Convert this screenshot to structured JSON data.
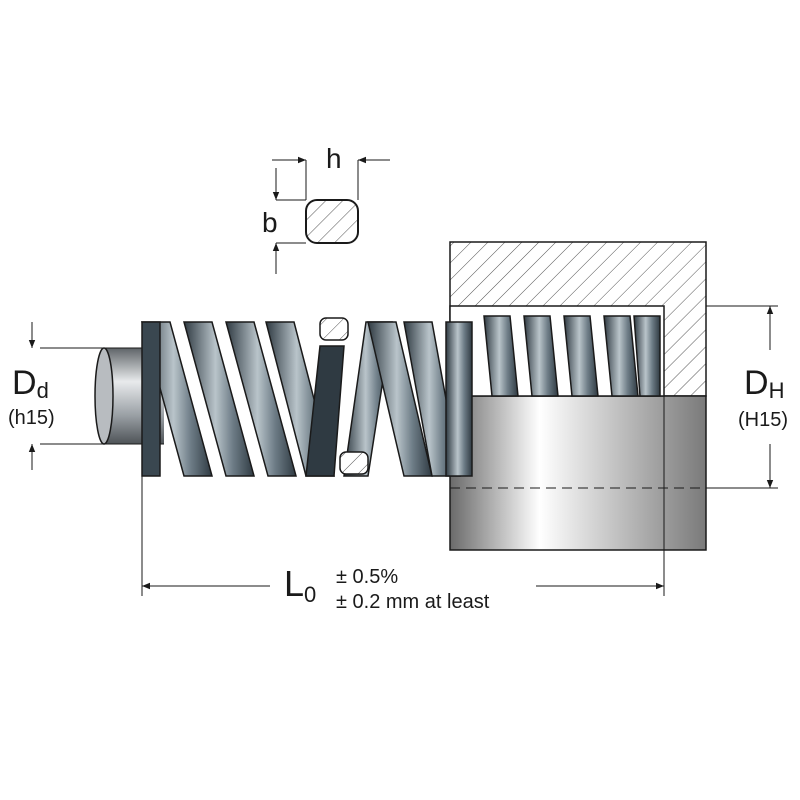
{
  "labels": {
    "h": "h",
    "b": "b",
    "dd_main": "D",
    "dd_sub": "d",
    "dd_tol": "(h15)",
    "dh_main": "D",
    "dh_sub": "H",
    "dh_tol": "(H15)",
    "l0_main": "L",
    "l0_sub": "0",
    "tol_percent": "± 0.5%",
    "tol_min": "± 0.2 mm at least"
  },
  "colors": {
    "coil_dark": "#3a4750",
    "coil_mid": "#6d7c86",
    "coil_light": "#c9d2d7",
    "rod": "#8a8f94",
    "housing_light": "#e6e6e6",
    "housing_dark": "#6e6e6e",
    "line": "#1a1a1a"
  }
}
